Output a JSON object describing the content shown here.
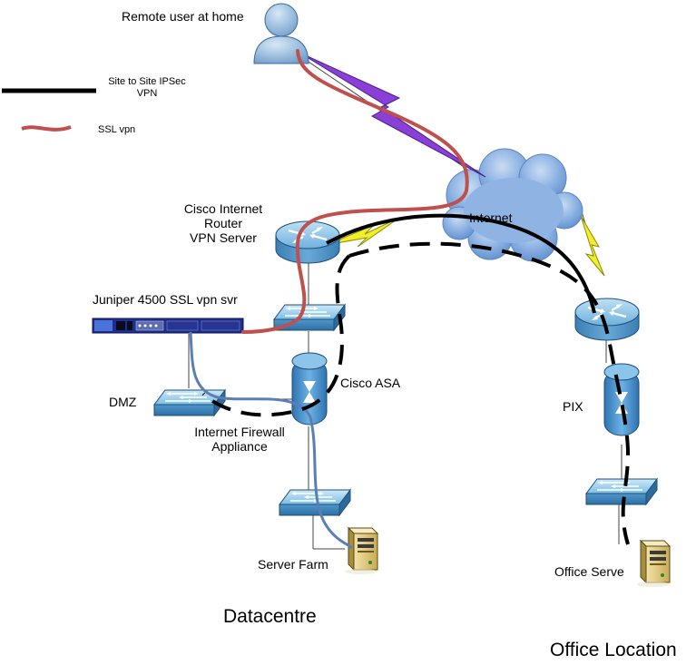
{
  "legend": {
    "site_to_site": "Site to Site IPSec",
    "site_to_site_2": "VPN",
    "ssl_vpn": "SSL vpn"
  },
  "labels": {
    "remote_user": "Remote user at home",
    "cisco_router_1": "Cisco Internet",
    "cisco_router_2": "Router",
    "cisco_router_3": "VPN Server",
    "internet": "Internet",
    "juniper": "Juniper 4500 SSL vpn svr",
    "dmz": "DMZ",
    "cisco_asa": "Cisco ASA",
    "firewall_1": "Internet Firewall",
    "firewall_2": "Appliance",
    "pix": "PIX",
    "server_farm": "Server Farm",
    "office_server": "Office Serve",
    "datacentre": "Datacentre",
    "office_location": "Office Location"
  },
  "colors": {
    "router": "#5a9ac8",
    "cloud": "#6f9ed4",
    "ssl_line": "#c0504d",
    "vpn_line": "#000000",
    "lightning": "#f2ee2a",
    "purple_bolt": "#8a3fd6",
    "blue_cable": "#5b7fb5"
  }
}
